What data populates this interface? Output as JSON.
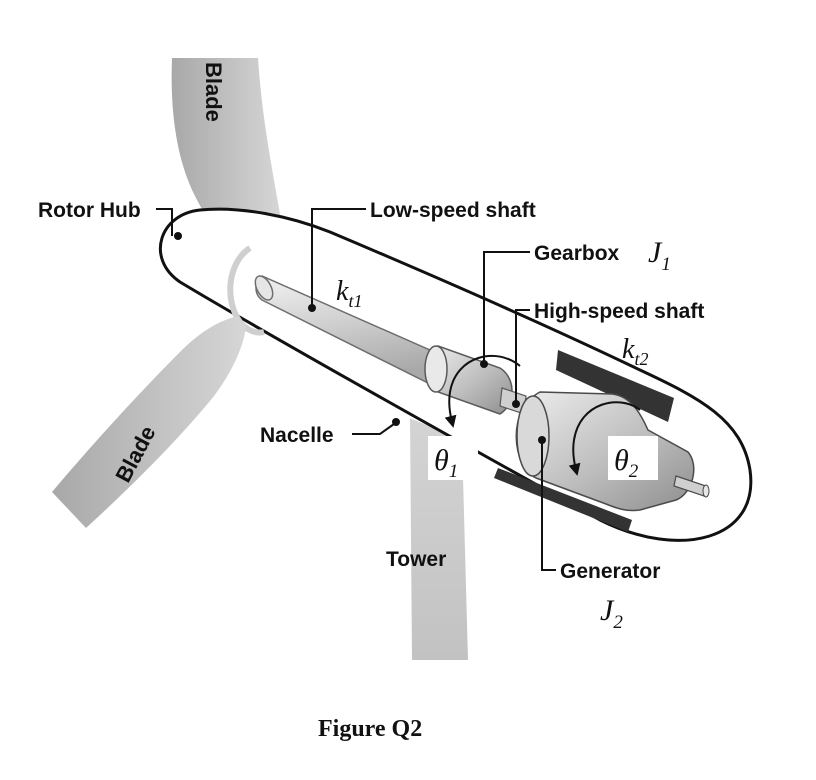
{
  "figure": {
    "caption": "Figure Q2",
    "colors": {
      "ink": "#111111",
      "blade": "#b9b9b9",
      "tower": "#c9c9c9",
      "shaft": "#d4d4d4",
      "rail": "#3a3a3a",
      "background": "#ffffff"
    },
    "parts": {
      "blade_top": "Blade",
      "blade_bottom": "Blade",
      "rotor_hub": "Rotor Hub",
      "low_speed_shaft": "Low-speed shaft",
      "gearbox": "Gearbox",
      "high_speed_shaft": "High-speed shaft",
      "nacelle": "Nacelle",
      "tower": "Tower",
      "generator": "Generator"
    },
    "symbols": {
      "kt1": {
        "base": "k",
        "sub": "t1"
      },
      "kt2": {
        "base": "k",
        "sub": "t2"
      },
      "J1": {
        "base": "J",
        "sub": "1"
      },
      "J2": {
        "base": "J",
        "sub": "2"
      },
      "theta1": {
        "base": "θ",
        "sub": "1"
      },
      "theta2": {
        "base": "θ",
        "sub": "2"
      }
    }
  }
}
